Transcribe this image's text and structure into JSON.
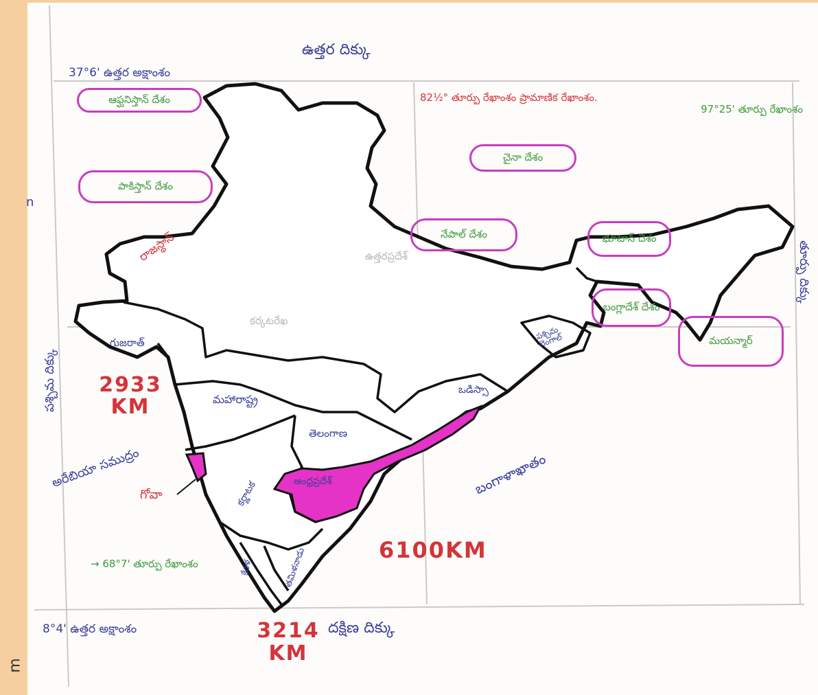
{
  "directions": {
    "north": "ఉత్తర దిక్కు",
    "south": "దక్షిణ దిక్కు",
    "west": "పశ్చిమ దిక్కు",
    "east": "తూర్పు దిక్కు"
  },
  "extremes": {
    "north_lat": "37°6' ఉత్తర అక్షాంశం",
    "south_lat": "8°4' ఉత్తర అక్షాంశం",
    "west_long": "→ 68°7' తూర్పు రేఖాంశం",
    "east_long": "97°25' తూర్పు రేఖాంశం",
    "standard_meridian": "82½° తూర్పు రేఖాంశం ప్రామాణిక రేఖాంశం."
  },
  "distances": {
    "ew_label": "2933 KM",
    "ns_label": "3214 KM",
    "coast_label": "6100KM"
  },
  "neighbours": [
    "ఆఫ్ఘనిస్తాన్ దేశం",
    "పాకిస్తాన్ దేశం",
    "చైనా దేశం",
    "నేపాల్ దేశం",
    "భూటాన్ దేశం",
    "బంగ్లాదేశ్ దేశం",
    "మయన్మార్"
  ],
  "states": [
    "రాజస్థాన్",
    "గుజరాత్",
    "మహారాష్ట్ర",
    "ఒడిస్సా",
    "తెలంగాణ",
    "ఆంధ్రప్రదేశ్",
    "కర్ణాటక",
    "తమిళనాడు",
    "కేరళ",
    "గోవా",
    "పశ్చిమ బెంగాల్"
  ],
  "seas": {
    "arabian": "అరేబియా సముద్రం",
    "bay": "బంగాళాఖాతం"
  },
  "lines": {
    "tropic": "కర్కటరేఖ",
    "mid": "ఉత్తరప్రదేశ్"
  },
  "margin_marks": [
    "n",
    "m"
  ],
  "colors": {
    "highlight": "#e533c7",
    "pill_border": "#c93cc0",
    "blue_ink": "#3a3e9a",
    "red_ink": "#d4343a",
    "green_ink": "#3f9a3c"
  }
}
